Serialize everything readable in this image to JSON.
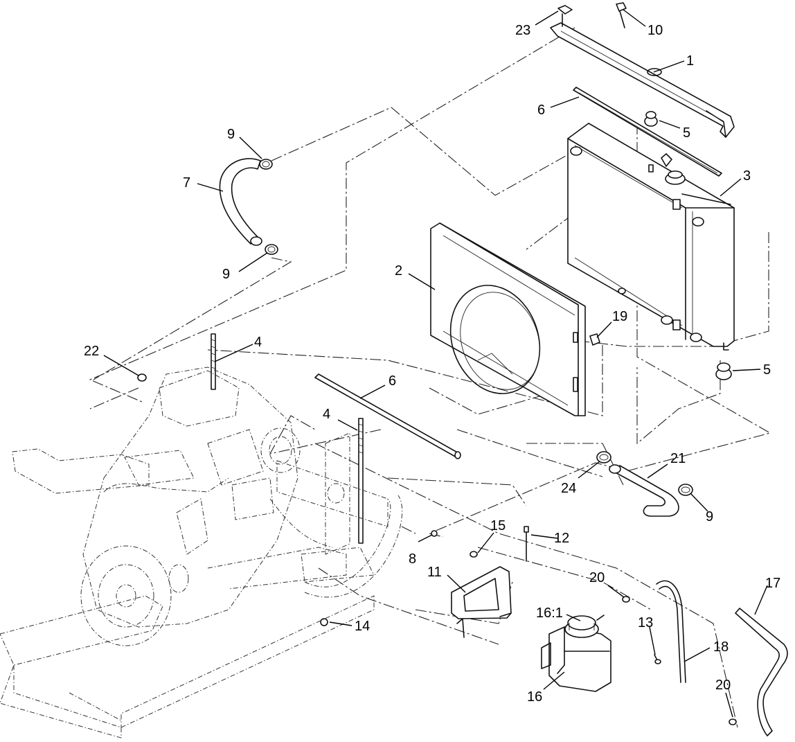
{
  "callouts": [
    {
      "id": "c23",
      "text": "23"
    },
    {
      "id": "c10",
      "text": "10"
    },
    {
      "id": "c1",
      "text": "1"
    },
    {
      "id": "c6a",
      "text": "6"
    },
    {
      "id": "c5a",
      "text": "5"
    },
    {
      "id": "c3",
      "text": "3"
    },
    {
      "id": "c9a",
      "text": "9"
    },
    {
      "id": "c7",
      "text": "7"
    },
    {
      "id": "c9b",
      "text": "9"
    },
    {
      "id": "c2",
      "text": "2"
    },
    {
      "id": "c19",
      "text": "19"
    },
    {
      "id": "c5b",
      "text": "5"
    },
    {
      "id": "c22",
      "text": "22"
    },
    {
      "id": "c4a",
      "text": "4"
    },
    {
      "id": "c6b",
      "text": "6"
    },
    {
      "id": "c4b",
      "text": "4"
    },
    {
      "id": "c21",
      "text": "21"
    },
    {
      "id": "c24",
      "text": "24"
    },
    {
      "id": "c9c",
      "text": "9"
    },
    {
      "id": "c15",
      "text": "15"
    },
    {
      "id": "c12",
      "text": "12"
    },
    {
      "id": "c8",
      "text": "8"
    },
    {
      "id": "c11",
      "text": "11"
    },
    {
      "id": "c20a",
      "text": "20"
    },
    {
      "id": "c17",
      "text": "17"
    },
    {
      "id": "c16_1",
      "text": "16:1"
    },
    {
      "id": "c13",
      "text": "13"
    },
    {
      "id": "c18",
      "text": "18"
    },
    {
      "id": "c14",
      "text": "14"
    },
    {
      "id": "c16",
      "text": "16"
    },
    {
      "id": "c20b",
      "text": "20"
    }
  ]
}
